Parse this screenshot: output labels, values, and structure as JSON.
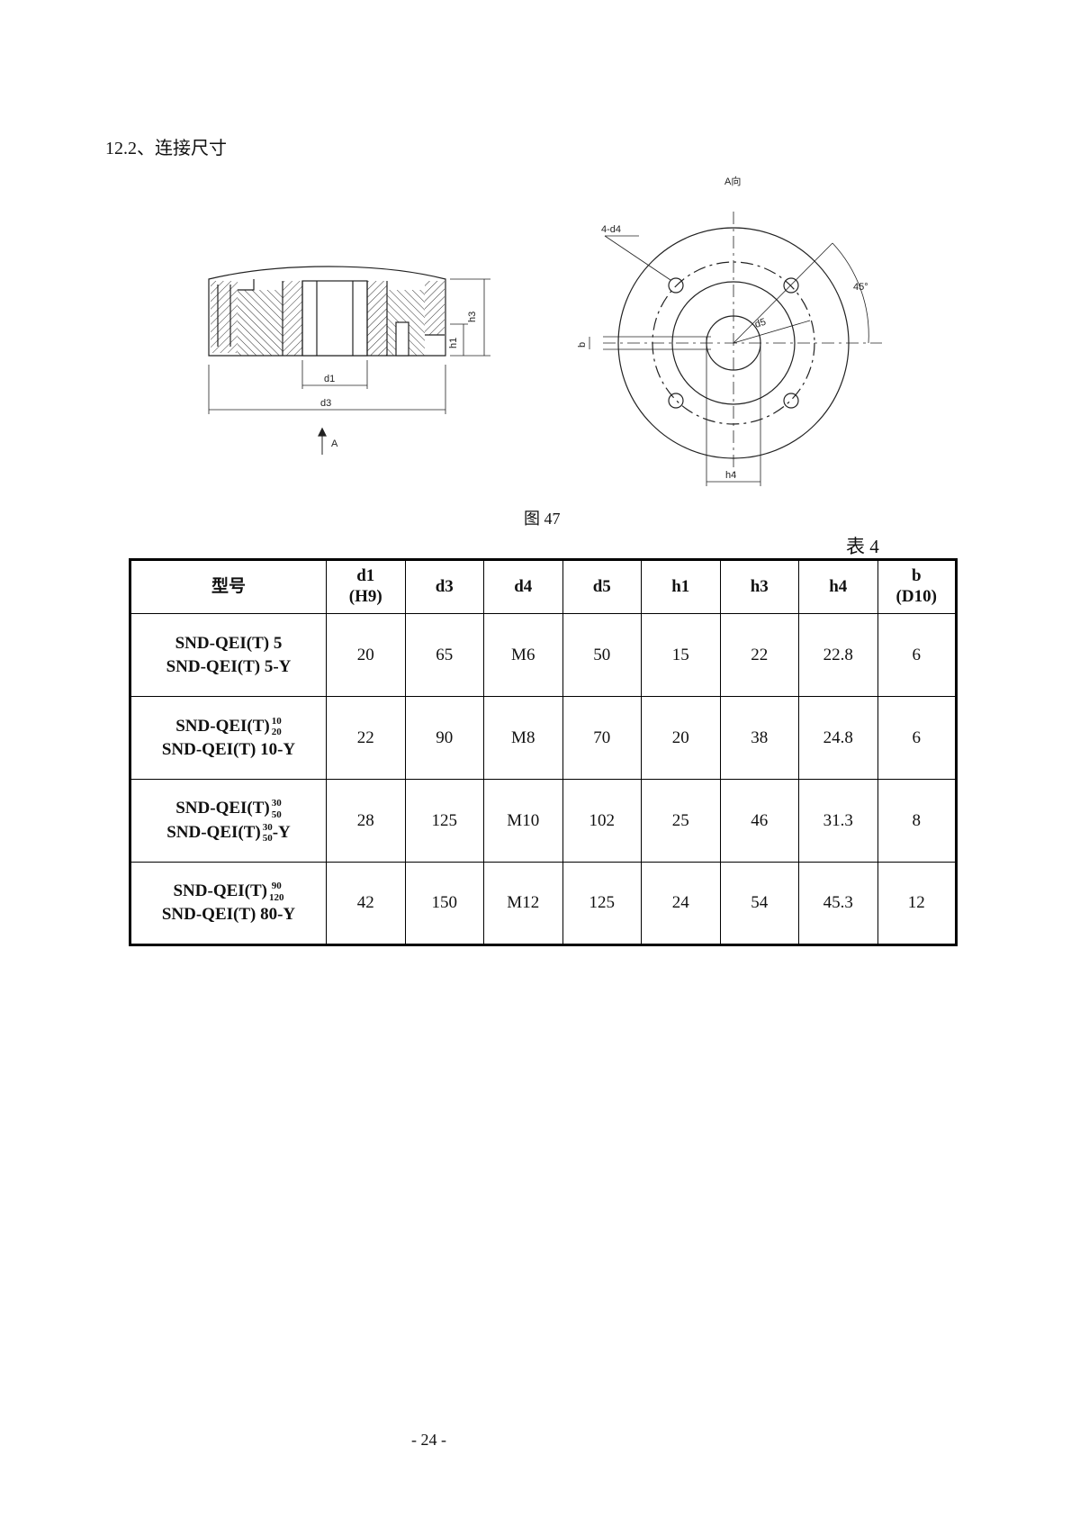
{
  "section": {
    "heading": "12.2、连接尺寸"
  },
  "drawing": {
    "labels": {
      "h3": "h3",
      "h1": "h1",
      "d1": "d1",
      "d3": "d3",
      "arrow_a": "A",
      "view_title": "A向",
      "hole_callout": "4-d4",
      "angle": "45°",
      "d5": "d5",
      "b": "b",
      "h4": "h4"
    }
  },
  "figure": {
    "caption": "图 47"
  },
  "table": {
    "caption": "表 4",
    "headers": {
      "model": "型号",
      "d1": "d1",
      "d1_tol": "(H9)",
      "d3": "d3",
      "d4": "d4",
      "d5": "d5",
      "h1": "h1",
      "h3": "h3",
      "h4": "h4",
      "b": "b",
      "b_tol": "(D10)"
    },
    "rows": [
      {
        "model_a": "SND-QEI(T) 5",
        "model_b": "SND-QEI(T) 5-Y",
        "d1": "20",
        "d3": "65",
        "d4": "M6",
        "d5": "50",
        "h1": "15",
        "h3": "22",
        "h4": "22.8",
        "b": "6"
      },
      {
        "model_a": "SND-QEI(T)",
        "model_a_sup": "10",
        "model_a_sub": "20",
        "model_b": "SND-QEI(T) 10-Y",
        "d1": "22",
        "d3": "90",
        "d4": "M8",
        "d5": "70",
        "h1": "20",
        "h3": "38",
        "h4": "24.8",
        "b": "6"
      },
      {
        "model_a": "SND-QEI(T)",
        "model_a_sup": "30",
        "model_a_sub": "50",
        "model_b": "SND-QEI(T)",
        "model_b_sup": "30",
        "model_b_sub": "50",
        "model_b_suffix": "-Y",
        "d1": "28",
        "d3": "125",
        "d4": "M10",
        "d5": "102",
        "h1": "25",
        "h3": "46",
        "h4": "31.3",
        "b": "8"
      },
      {
        "model_a": "SND-QEI(T)",
        "model_a_sup": "90",
        "model_a_sub": "120",
        "model_b": "SND-QEI(T) 80-Y",
        "d1": "42",
        "d3": "150",
        "d4": "M12",
        "d5": "125",
        "h1": "24",
        "h3": "54",
        "h4": "45.3",
        "b": "12"
      }
    ]
  },
  "footer": {
    "page_number": "- 24 -"
  }
}
